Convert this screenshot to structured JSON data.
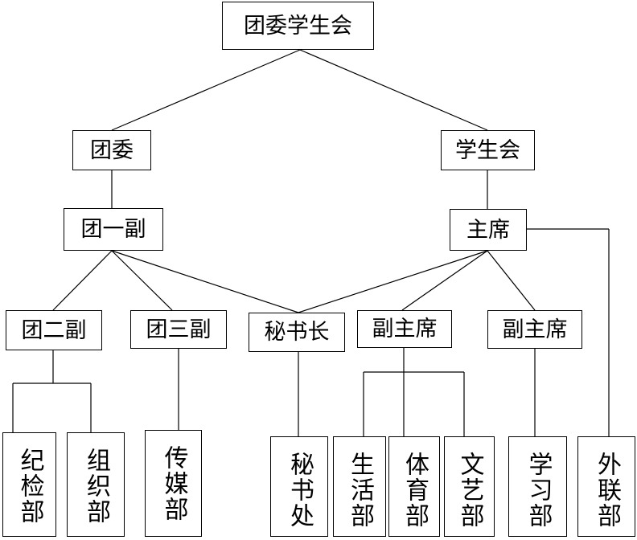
{
  "nodes": {
    "root": "团委学生会",
    "tuanwei": "团委",
    "xueshenghui": "学生会",
    "tuan_yi_fu": "团一副",
    "zhuxi": "主席",
    "tuan_er_fu": "团二副",
    "tuan_san_fu": "团三副",
    "mishuzhang": "秘书长",
    "fuzhuxi_1": "副主席",
    "fuzhuxi_2": "副主席",
    "jijian": "纪检部",
    "zuzhi": "组织部",
    "chuanmei": "传媒部",
    "mishuchu": "秘书处",
    "shenghuo": "生活部",
    "tiyu": "体育部",
    "wenyi": "文艺部",
    "xuexi": "学习部",
    "wailian": "外联部"
  }
}
